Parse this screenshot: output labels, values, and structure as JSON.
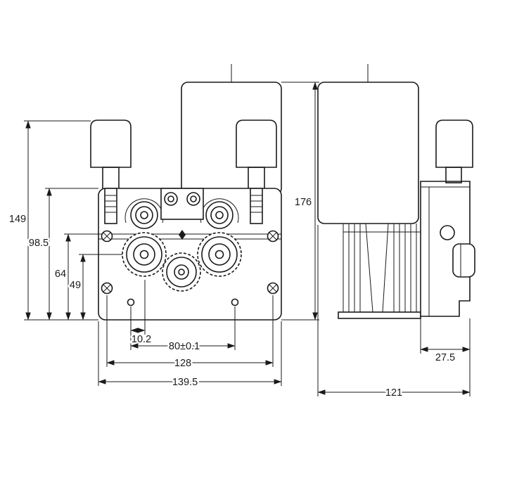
{
  "drawing": {
    "background": "#ffffff",
    "line_color": "#1a1a1a",
    "front_view": {
      "dims": {
        "overall_height": "176",
        "knob_top_to_base": "149",
        "plate_height": "98.5",
        "wire_line_height": "64",
        "roller_axis_height": "49",
        "hole_offset": "10.2",
        "mount_hole_spacing": "80±0.1",
        "screw_spacing": "128",
        "overall_width": "139.5"
      }
    },
    "side_view": {
      "dims": {
        "plate_depth": "27.5",
        "overall_depth": "121"
      }
    }
  }
}
